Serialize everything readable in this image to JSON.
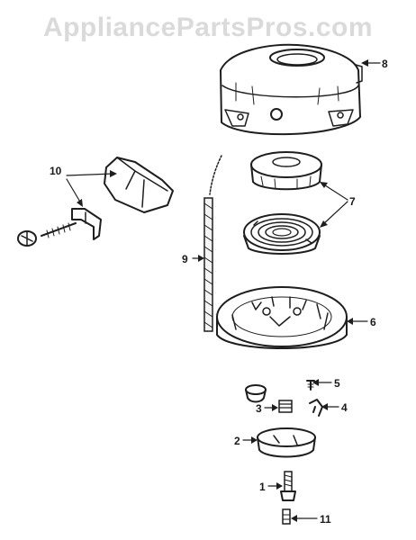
{
  "watermark": "AppliancePartsPros.com",
  "callouts": {
    "c1": "1",
    "c2": "2",
    "c3": "3",
    "c4": "4",
    "c5": "5",
    "c6": "6",
    "c7": "7",
    "c8": "8",
    "c9": "9",
    "c10": "10",
    "c11": "11"
  },
  "colors": {
    "ink": "#1e1e1e",
    "watermark": "#dadada",
    "background": "#ffffff"
  }
}
